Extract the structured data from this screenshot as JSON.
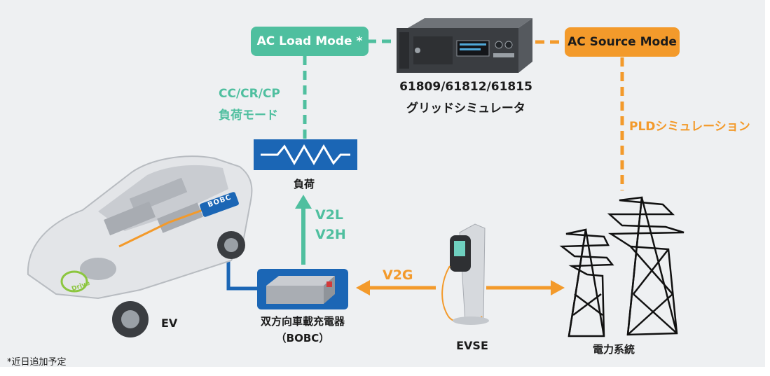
{
  "modes": {
    "ac_load": "AC Load Mode *",
    "ac_source": "AC Source Mode"
  },
  "device": {
    "model": "61809/61812/61815",
    "name": "グリッドシミュレータ"
  },
  "load": {
    "modes_line1": "CC/CR/CP",
    "modes_line2": "負荷モード",
    "label": "負荷"
  },
  "flows": {
    "v2l": "V2L",
    "v2h": "V2H",
    "v2g": "V2G",
    "pld": "PLDシミュレーション"
  },
  "ev": {
    "label": "EV",
    "bobc_tag": "BOBC",
    "logo_text": "Drive"
  },
  "charger": {
    "line1": "双方向車載充電器",
    "line2": "（BOBC）"
  },
  "evse": {
    "label": "EVSE"
  },
  "grid": {
    "label": "電力系統"
  },
  "footnote": "*近日追加予定",
  "colors": {
    "teal": "#4fbf9f",
    "orange": "#f39a2b",
    "blue": "#1b66b5",
    "background": "#eef0f2"
  }
}
